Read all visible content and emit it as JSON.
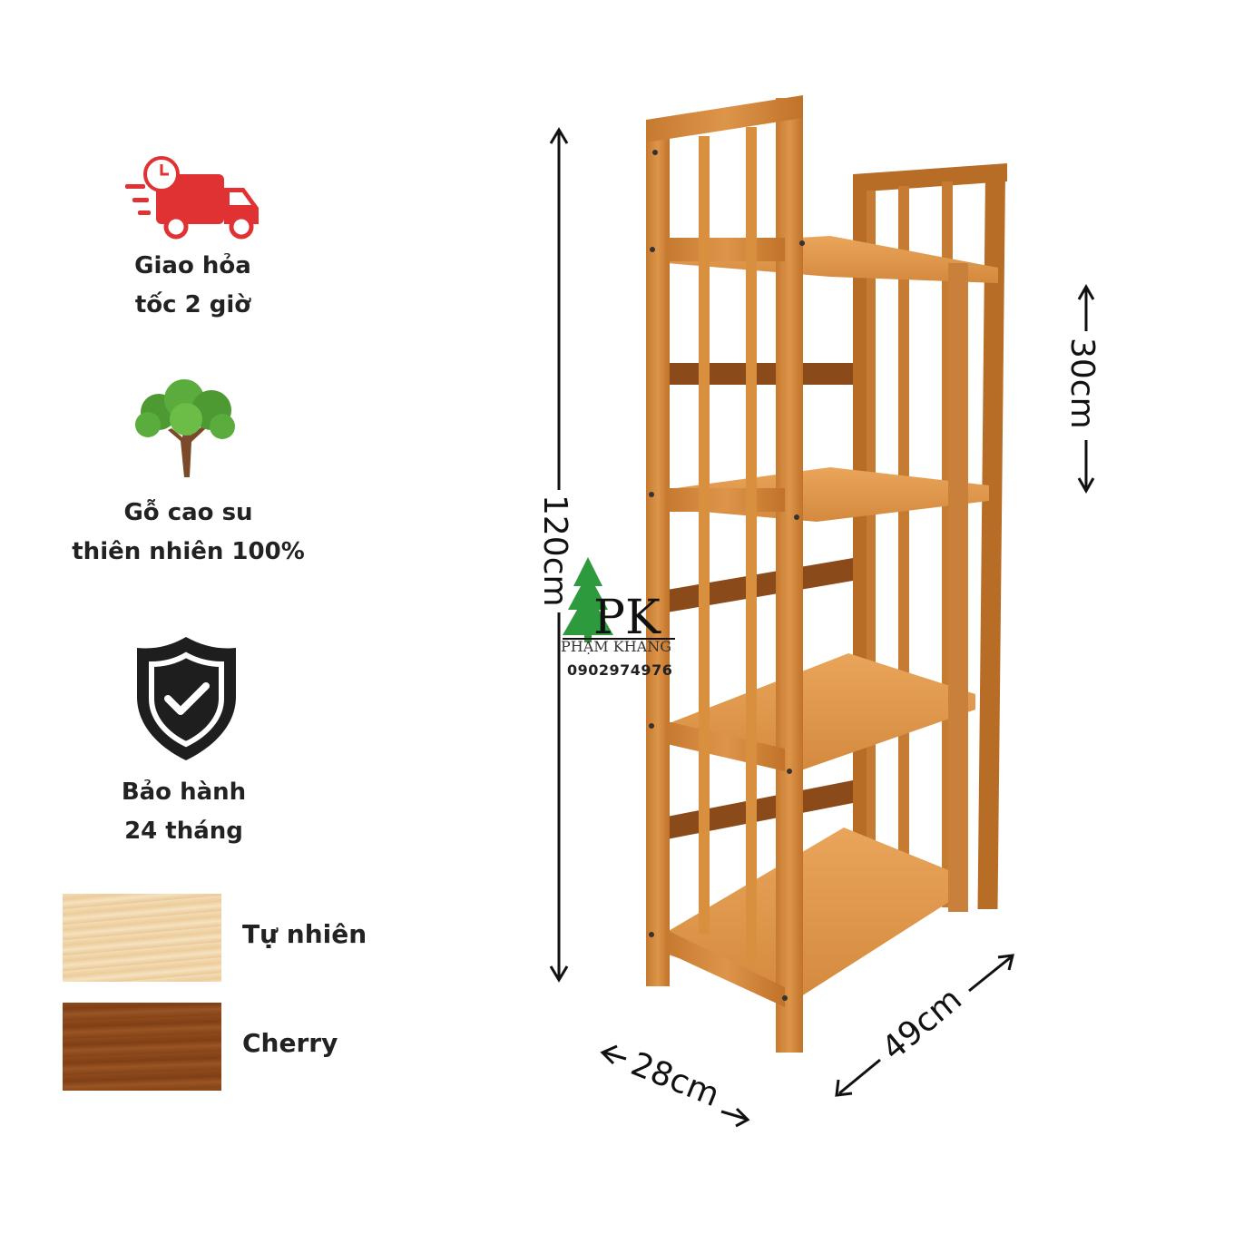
{
  "features": [
    {
      "icon": "delivery-truck-icon",
      "line1": "Giao hỏa",
      "line2": "tốc 2 giờ"
    },
    {
      "icon": "tree-icon",
      "line1": "Gỗ cao su",
      "line2": "thiên nhiên 100%"
    },
    {
      "icon": "shield-check-icon",
      "line1": "Bảo hành",
      "line2": "24 tháng"
    }
  ],
  "finishes": [
    {
      "label": "Tự nhiên",
      "color": "#f0d6ac"
    },
    {
      "label": "Cherry",
      "color": "#8f4a1c"
    }
  ],
  "dimensions": {
    "height": "120cm",
    "shelf_gap": "30cm",
    "width": "49cm",
    "depth": "28cm"
  },
  "brand": {
    "logo_letters": "PK",
    "name": "PHẠM KHANG",
    "phone": "0902974976"
  },
  "colors": {
    "wood": "#d28a3e",
    "wood_dark": "#a9621f",
    "truck": "#e03232",
    "shield": "#1e1e1e",
    "tree": "#58a83a"
  }
}
